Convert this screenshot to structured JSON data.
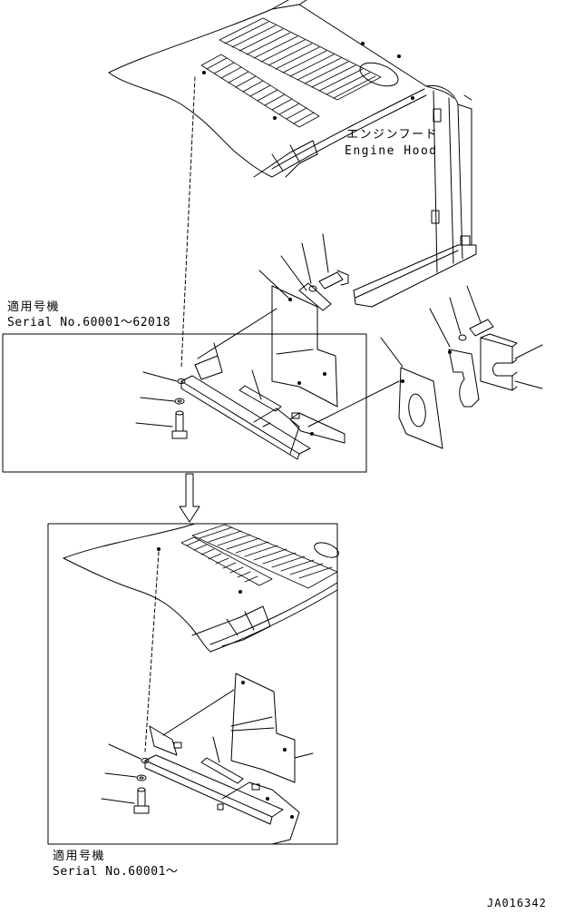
{
  "hood_label": {
    "japanese": "エンジンフード",
    "english": "Engine Hood"
  },
  "upper_scope": {
    "japanese": "適用号機",
    "serial": "Serial No.60001～62018"
  },
  "lower_scope": {
    "japanese": "適用号機",
    "serial": "Serial No.60001～"
  },
  "drawing_code": "JA016342",
  "colors": {
    "ink": "#000000",
    "paper": "#ffffff"
  }
}
